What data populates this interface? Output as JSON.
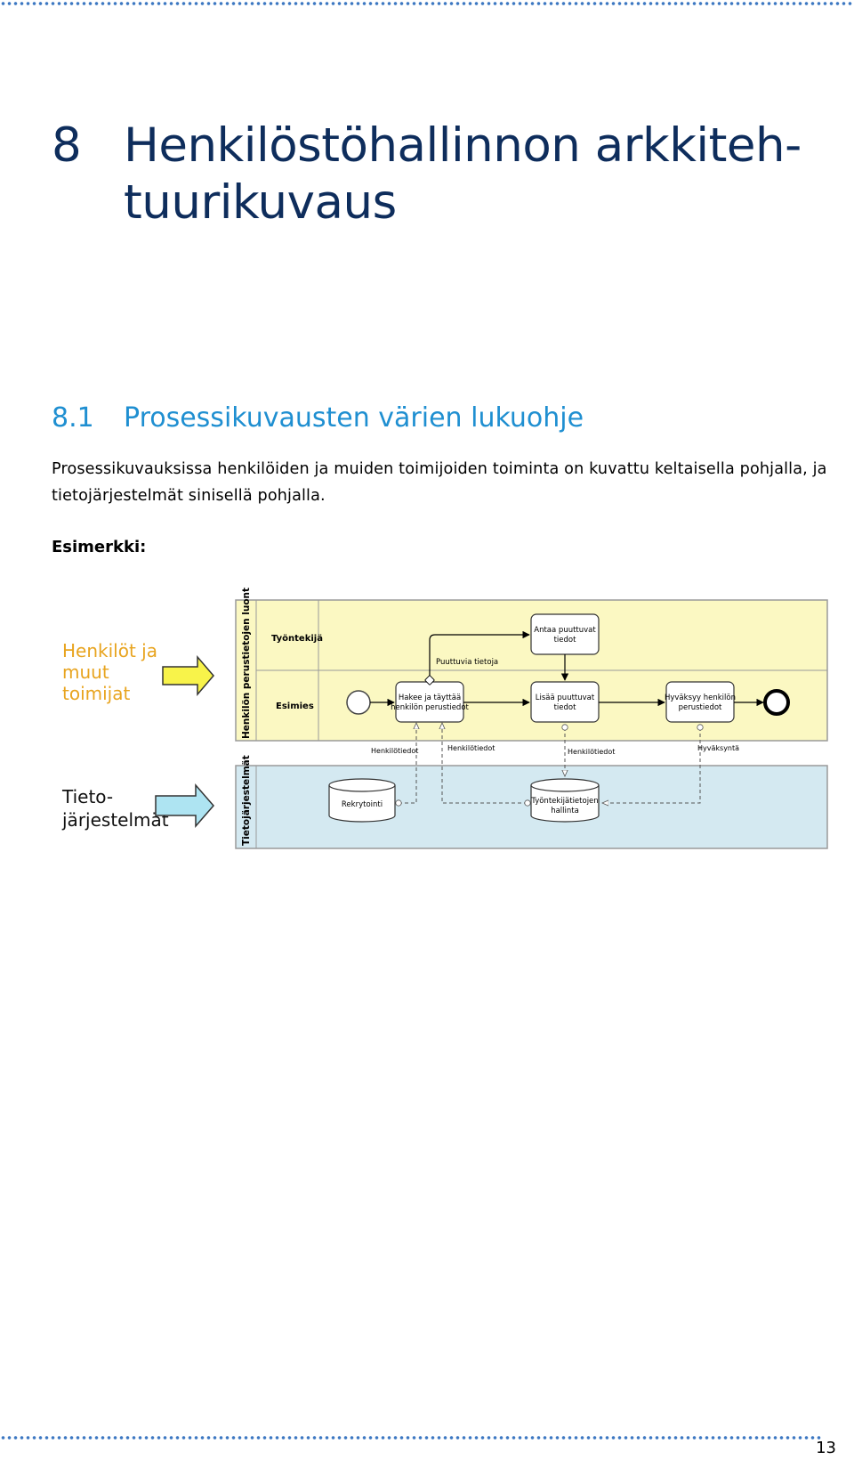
{
  "heading1": {
    "number": "8",
    "text": "Henkilöstöhallinnon arkkiteh-tuurikuvaus"
  },
  "heading2": {
    "number": "8.1",
    "text": "Prosessikuvausten värien lukuohje"
  },
  "paragraph": "Prosessikuvauksissa henkilöiden ja muiden toimijoiden toiminta on kuvattu keltaisella pohjalla, ja tietojärjestelmät sinisellä pohjalla.",
  "example_label": "Esimerkki:",
  "diagram": {
    "legend_people": [
      "Henkilöt ja",
      "muut",
      "toimijat"
    ],
    "legend_systems": [
      "Tieto-",
      "järjestelmät"
    ],
    "pool_people": "Henkilön perustietojen luonti",
    "pool_systems": "Tietojärjestelmät",
    "lane_employee": "Työntekijä",
    "lane_supervisor": "Esimies",
    "task_provide": [
      "Antaa puuttuvat",
      "tiedot"
    ],
    "task_request": [
      "Hakee ja täyttää",
      "henkilön perustiedot"
    ],
    "task_add": [
      "Lisää puuttuvat",
      "tiedot"
    ],
    "task_approve": [
      "Hyväksyy henkilön",
      "perustiedot"
    ],
    "flow_missing": "Puuttuvia tietoja",
    "data_person1": "Henkilötiedot",
    "data_person2": "Henkilötiedot",
    "data_person3": "Henkilötiedot",
    "data_approval": "Hyväksyntä",
    "store_recruit": "Rekrytointi",
    "store_hr": [
      "Työntekijätietojen",
      "hallinta"
    ],
    "colors": {
      "people_bg": "#fbf8c2",
      "systems_bg": "#d4e9f1",
      "legend_text": "#e8a41f",
      "arrow_yellow": "#f8f34a",
      "arrow_blue": "#aee4f2"
    }
  },
  "page_number": "13"
}
